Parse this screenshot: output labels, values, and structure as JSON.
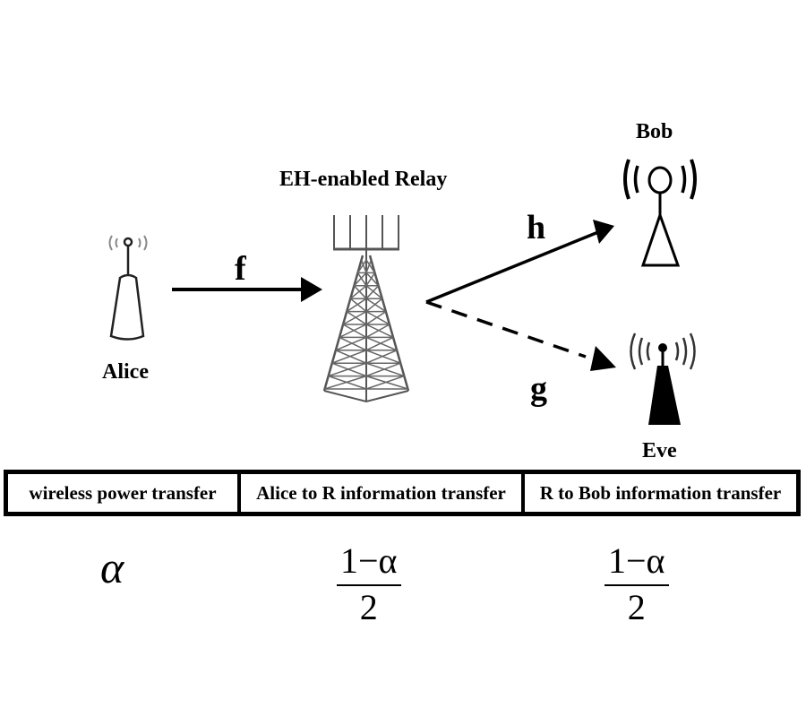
{
  "nodes": {
    "alice": {
      "label": "Alice"
    },
    "relay": {
      "label": "EH-enabled Relay"
    },
    "bob": {
      "label": "Bob"
    },
    "eve": {
      "label": "Eve"
    }
  },
  "channels": {
    "f": {
      "label": "f",
      "from": "Alice",
      "to": "Relay",
      "style": "solid"
    },
    "h": {
      "label": "h",
      "from": "Relay",
      "to": "Bob",
      "style": "solid"
    },
    "g": {
      "label": "g",
      "from": "Relay",
      "to": "Eve",
      "style": "dashed"
    }
  },
  "timeline": {
    "segments": [
      {
        "label": "wireless power transfer",
        "duration": {
          "text": "α"
        }
      },
      {
        "label": "Alice to R information transfer",
        "duration": {
          "numerator": "1−α",
          "denominator": "2"
        }
      },
      {
        "label": "R to Bob information transfer",
        "duration": {
          "numerator": "1−α",
          "denominator": "2"
        }
      }
    ]
  }
}
